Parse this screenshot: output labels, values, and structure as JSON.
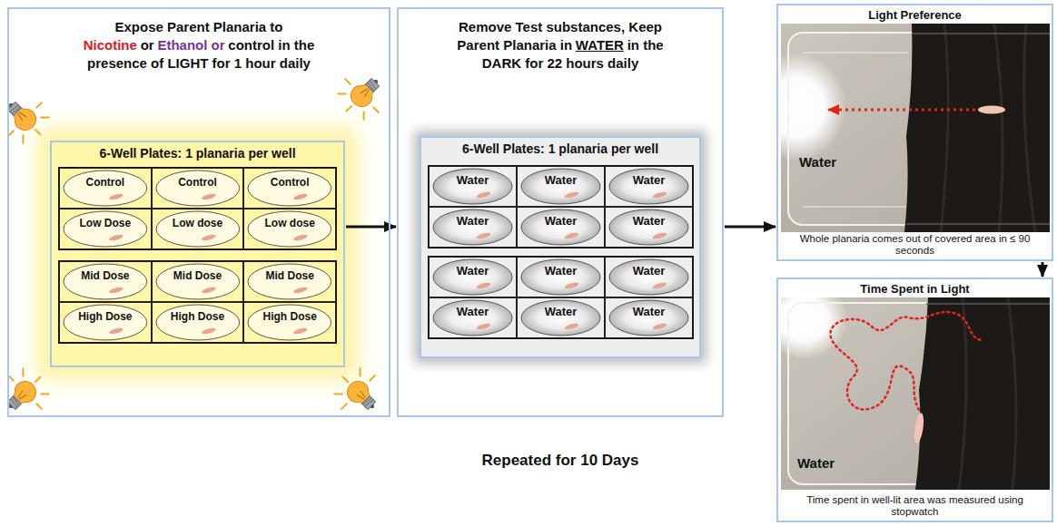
{
  "diagram": {
    "nodes": [
      {
        "text": [
          "Expose Parent Planaria to",
          "Nicotine",
          "or",
          "Ethanol or",
          "control in the presence of LIGHT for 1 hour daily"
        ]
      },
      {
        "text": [
          "6-Well Plates: 1 planaria per well"
        ],
        "in": 0
      },
      {
        "text": [
          "Control"
        ],
        "in": 1
      },
      {
        "text": [
          "Control"
        ],
        "in": 1
      },
      {
        "text": [
          "Control"
        ],
        "in": 1
      },
      {
        "text": [
          "Low Dose"
        ],
        "in": 1
      },
      {
        "text": [
          "Low dose"
        ],
        "in": 1
      },
      {
        "text": [
          "Low dose"
        ],
        "in": 1
      },
      {
        "text": [
          "Mid Dose"
        ],
        "in": 1
      },
      {
        "text": [
          "Mid Dose"
        ],
        "in": 1
      },
      {
        "text": [
          "Mid Dose"
        ],
        "in": 1
      },
      {
        "text": [
          "High Dose"
        ],
        "in": 1
      },
      {
        "text": [
          "High Dose"
        ],
        "in": 1
      },
      {
        "text": [
          "High Dose"
        ],
        "in": 1
      },
      {
        "text": [
          "Remove Test substances, Keep Parent Planaria in",
          "WATER",
          "in the DARK for 22 hours daily"
        ]
      },
      {
        "text": [
          "6-Well Plates: 1 planaria per well"
        ],
        "in": 14
      },
      {
        "text": [
          "Water"
        ],
        "in": 15
      },
      {
        "text": [
          "Water"
        ],
        "in": 15
      },
      {
        "text": [
          "Water"
        ],
        "in": 15
      },
      {
        "text": [
          "Water"
        ],
        "in": 15
      },
      {
        "text": [
          "Water"
        ],
        "in": 15
      },
      {
        "text": [
          "Water"
        ],
        "in": 15
      },
      {
        "text": [
          "Water"
        ],
        "in": 15
      },
      {
        "text": [
          "Water"
        ],
        "in": 15
      },
      {
        "text": [
          "Water"
        ],
        "in": 15
      },
      {
        "text": [
          "Water"
        ],
        "in": 15
      },
      {
        "text": [
          "Water"
        ],
        "in": 15
      },
      {
        "text": [
          "Water"
        ],
        "in": 15
      },
      {
        "text": [
          "Light Preference",
          "Water",
          "Whole planaria comes out of covered area in ≤ 90 seconds"
        ]
      },
      {
        "text": [
          "Time Spent in Light",
          "Water",
          "Time spent in well-lit area was measured using stopwatch"
        ]
      }
    ],
    "edges": [
      {
        "from": 1,
        "to": 14,
        "arrow": "to"
      },
      {
        "from": 14,
        "to": 28,
        "arrow": "to"
      },
      {
        "from": 28,
        "to": 29,
        "arrow": "to"
      }
    ],
    "labels": [
      "Repeated for 10 Days"
    ]
  }
}
